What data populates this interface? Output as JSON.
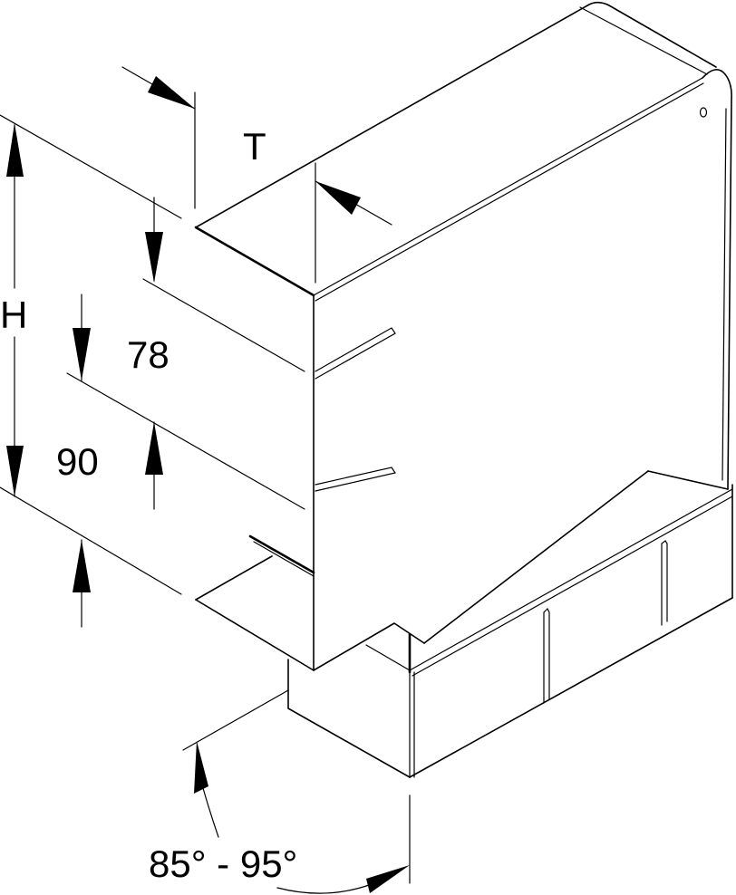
{
  "figure": {
    "type": "technical-drawing",
    "subject": "isometric cable duct corner / bend piece with dimensions",
    "line_color": "#000000",
    "background": "#ffffff"
  },
  "dimensions": {
    "depth_label": "T",
    "height_label": "H",
    "upper_section_label": "78",
    "lower_section_label": "90",
    "angle_label": "85° - 95°"
  }
}
